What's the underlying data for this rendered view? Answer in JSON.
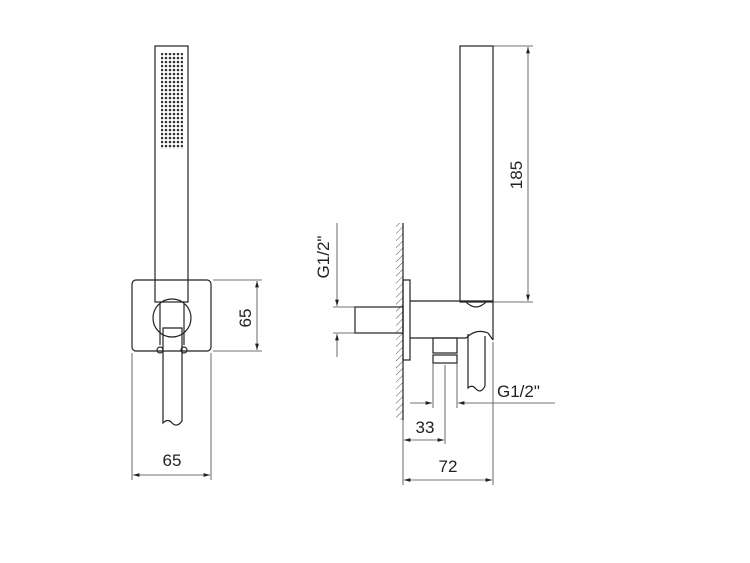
{
  "drawing": {
    "front_view": {
      "plate_height_dim": "65",
      "plate_width_dim": "65"
    },
    "side_view": {
      "handle_length_dim": "185",
      "inlet_thread_dim": "G1/2\"",
      "outlet_thread_dim": "G1/2\"",
      "outlet_offset_dim": "33",
      "total_depth_dim": "72"
    },
    "line_color": "#222222"
  }
}
